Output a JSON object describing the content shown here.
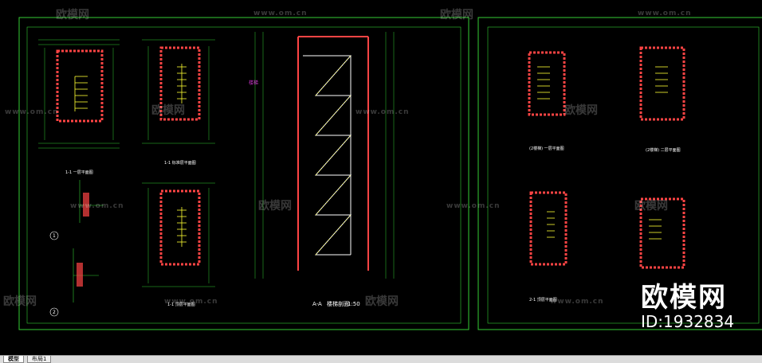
{
  "drawing": {
    "section_title": "A-A",
    "section_subtitle": "楼梯剖面",
    "section_scale": "1:50",
    "plan_labels": {
      "plan1": "1-1 一层平面图",
      "plan2": "1-1 标准层平面图",
      "plan3": "1-1 顶层平面图",
      "plan4": "(2楼梯) 一层平面图",
      "plan5": "(2楼梯) 二层平面图",
      "plan6": "2-1 顶层平面图",
      "detail1": "1",
      "detail2": "2",
      "side_label": "楼梯"
    }
  },
  "watermark": {
    "brand_cn": "欧模网",
    "url": "www.om.cn",
    "id_text": "ID:1932834"
  },
  "tabs": [
    {
      "label": "模型"
    },
    {
      "label": "布局1"
    }
  ],
  "colors": {
    "background": "#000000",
    "frame": "#33cc33",
    "wall": "#ff4444",
    "dimension": "#33cc33",
    "stair": "#ffff33",
    "text": "#ffffff",
    "accent": "#cc33cc"
  }
}
